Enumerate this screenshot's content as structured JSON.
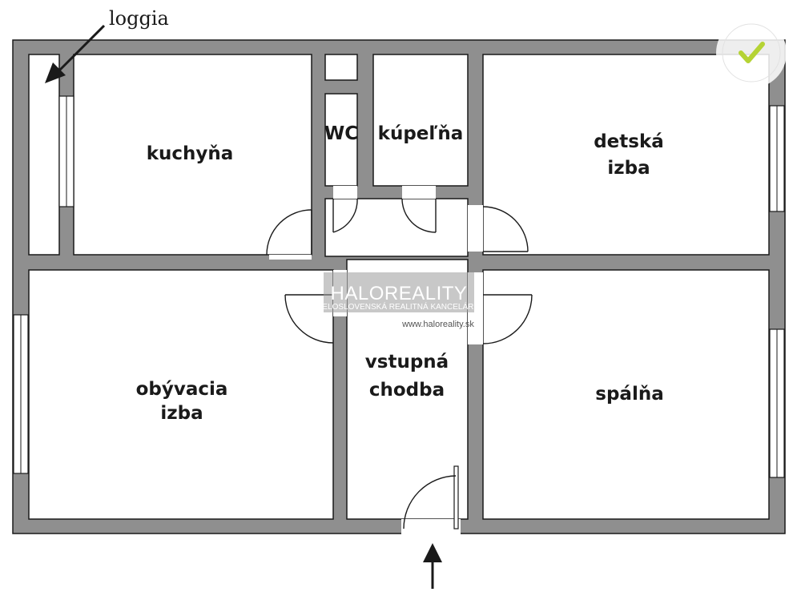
{
  "rooms": {
    "kitchen": "kuchyňa",
    "wc": "WC",
    "bathroom": "kúpeľňa",
    "kids_room_1": "detská",
    "kids_room_2": "izba",
    "living_room_1": "obývacia",
    "living_room_2": "izba",
    "hallway_1": "vstupná",
    "hallway_2": "chodba",
    "bedroom": "spálňa"
  },
  "annotations": {
    "loggia": "loggia"
  },
  "watermark": {
    "brand": "HALOREALITY",
    "tagline": "CELOSLOVENSKÁ REALITNÁ KANCELÁRIA",
    "url": "www.haloreality.sk"
  },
  "colors": {
    "wall_fill": "#8f8f8f",
    "wall_outline": "#1a1a1a",
    "floor": "#ffffff",
    "badge_check": "#b5d334"
  },
  "icons": [
    "entrance-arrow-icon",
    "loggia-arrow-icon",
    "verified-badge-icon"
  ]
}
